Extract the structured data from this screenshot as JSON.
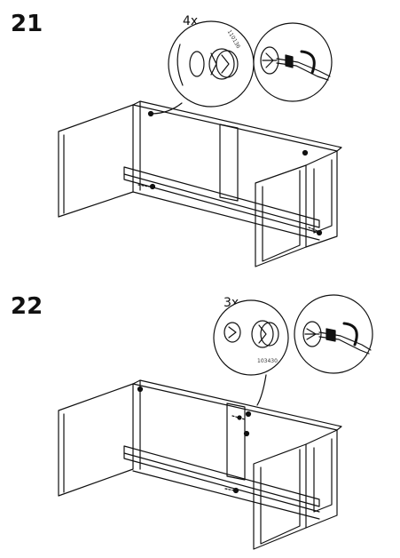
{
  "steps": [
    {
      "number": "21",
      "quantity": "4x",
      "part_code": "110136"
    },
    {
      "number": "22",
      "quantity": "3x",
      "part_code": "103430"
    }
  ],
  "icons": [
    "cam-lock-icon",
    "screwdriver-icon",
    "rotation-arrow-icon"
  ],
  "colors": {
    "line": "#111111",
    "background": "#ffffff"
  }
}
